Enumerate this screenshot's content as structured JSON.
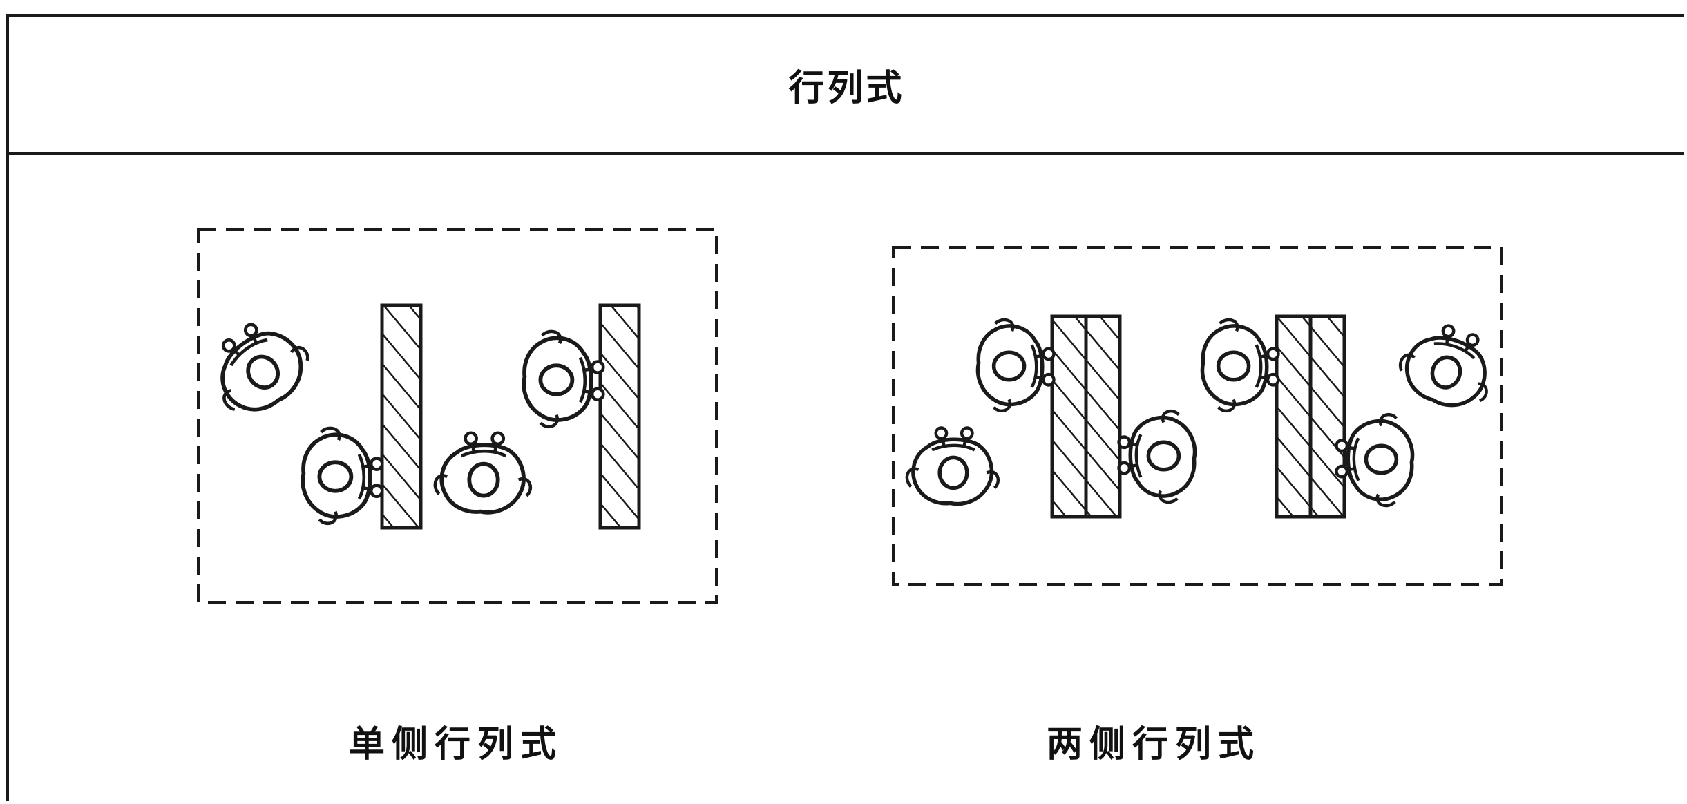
{
  "header": {
    "title": "行列式"
  },
  "panels": [
    {
      "id": "single",
      "caption": "单侧行列式"
    },
    {
      "id": "double",
      "caption": "两侧行列式"
    }
  ],
  "colors": {
    "ink": "#1a1a1a",
    "background": "#ffffff"
  },
  "icons": [
    "person-top-view-icon",
    "hatched-counter-icon"
  ]
}
